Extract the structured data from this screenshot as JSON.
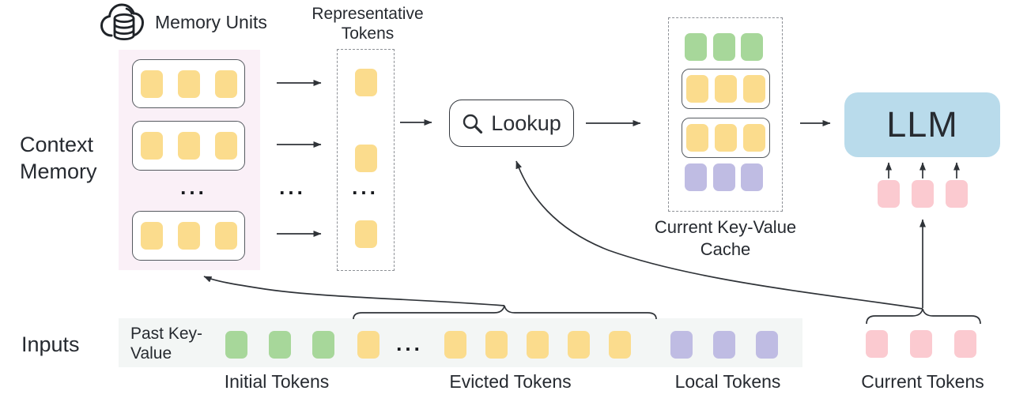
{
  "labels": {
    "memory_units": "Memory Units",
    "representative_tokens": "Representative Tokens",
    "context_memory": "Context Memory",
    "lookup": "Lookup",
    "current_kv_cache": "Current Key-Value Cache",
    "llm": "LLM",
    "inputs": "Inputs",
    "past_key_value": "Past Key-Value",
    "initial_tokens": "Initial Tokens",
    "evicted_tokens": "Evicted Tokens",
    "local_tokens": "Local Tokens",
    "current_tokens": "Current Tokens",
    "ellipsis": "..."
  },
  "colors": {
    "yellow": "#FBDC8D",
    "green": "#A7D79A",
    "purple": "#BFBCE3",
    "pink": "#FBCAD0",
    "blue": "#B9DBEB",
    "panel_pink": "#FAF0F7",
    "strip_gray": "#F3F6F5",
    "line": "#2F3338"
  },
  "context_memory": {
    "unit_count": 3,
    "tokens_per_unit": 3,
    "representative_count": 3
  },
  "cache": {
    "rows": [
      {
        "style": "bare",
        "color": "green",
        "count": 3
      },
      {
        "style": "boxed",
        "color": "yellow",
        "count": 3
      },
      {
        "style": "boxed",
        "color": "yellow",
        "count": 3
      },
      {
        "style": "bare",
        "color": "purple",
        "count": 3
      }
    ]
  },
  "inputs_strip": {
    "groups": {
      "initial": {
        "color": "green",
        "count": 3
      },
      "evicted_head": {
        "color": "yellow",
        "count": 1
      },
      "evicted": {
        "color": "yellow",
        "count": 5
      },
      "local": {
        "color": "purple",
        "count": 3
      }
    }
  },
  "current_tokens": {
    "count": 3
  },
  "llm_input_tokens": {
    "count": 3
  }
}
